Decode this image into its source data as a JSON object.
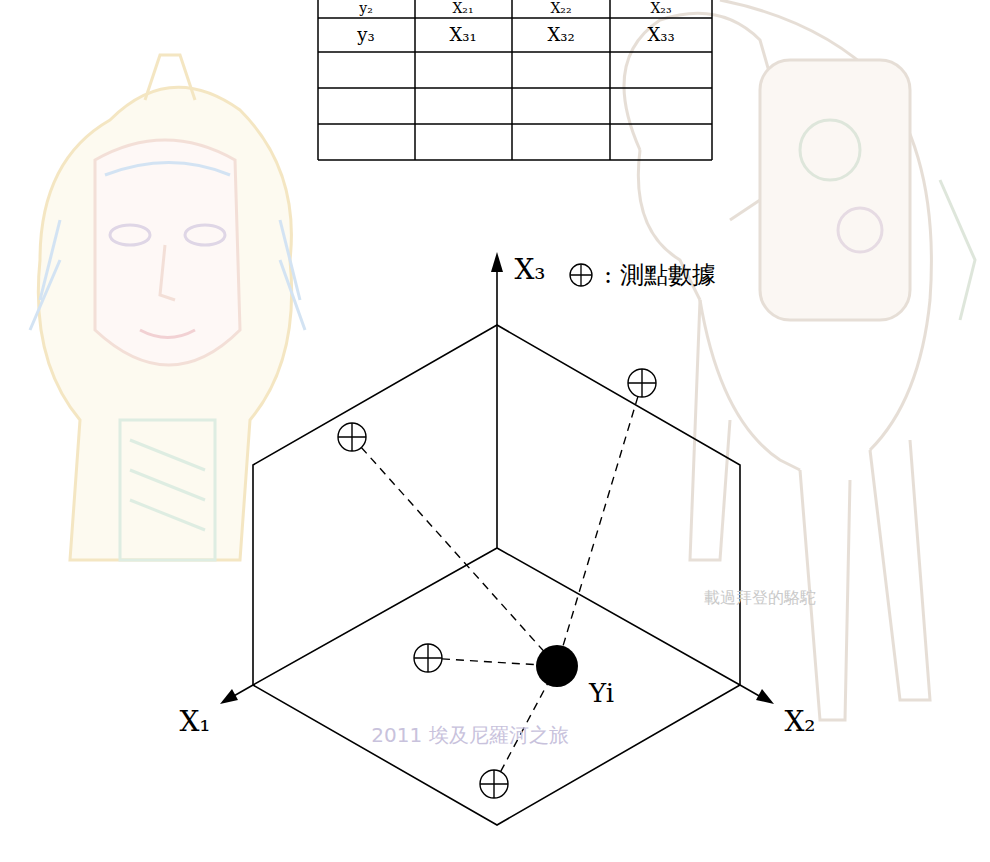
{
  "diagram": {
    "nodes": [
      {
        "text": [
          "Yi"
        ]
      }
    ],
    "labels": [
      "y₂",
      "X₂₁",
      "X₂₂",
      "X₂₃",
      "y₃",
      "X₃₁",
      "X₃₂",
      "X₃₃",
      "X₃",
      "X₁",
      "X₂",
      "2011 埃及尼羅河之旅",
      "載過拜登的駱駝"
    ],
    "legend": [
      {
        "text": ": 測點數據"
      }
    ]
  }
}
